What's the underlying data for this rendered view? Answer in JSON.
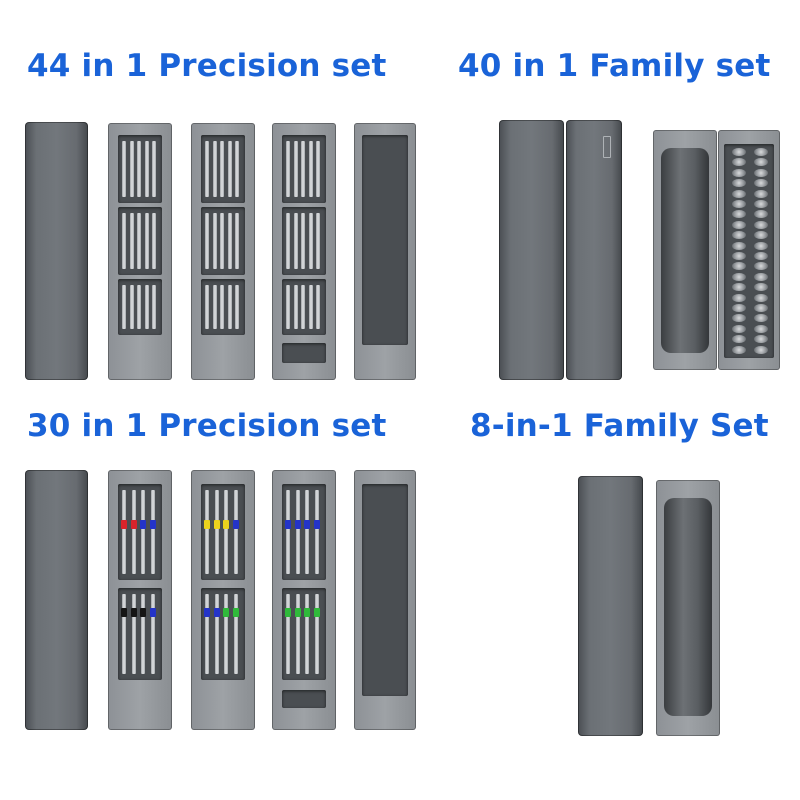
{
  "headings": {
    "set_44": "44 in 1 Precision set",
    "set_40": "40 in 1 Family set",
    "set_30": "30 in 1 Precision set",
    "set_8": "8-in-1 Family Set"
  },
  "colors": {
    "heading": "#1a63d8",
    "case": "#6b7075",
    "tray": "#9ea2a6",
    "ring_red": "#d8242b",
    "ring_blue": "#2434c8",
    "ring_yellow": "#ecd21c",
    "ring_green": "#2fba3a",
    "ring_black": "#151515"
  }
}
